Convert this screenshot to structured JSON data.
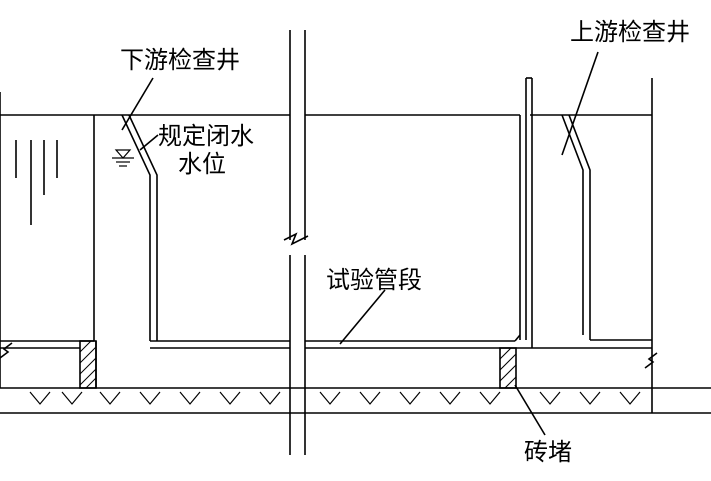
{
  "labels": {
    "downstream_well": "下游检查井",
    "specified_water_level_line1": "规定闭水",
    "specified_water_level_line2": "水位",
    "upstream_well": "上游检查井",
    "test_pipe_section": "试验管段",
    "brick_plug": "砖堵"
  },
  "colors": {
    "line": "#000000",
    "background": "#ffffff"
  }
}
